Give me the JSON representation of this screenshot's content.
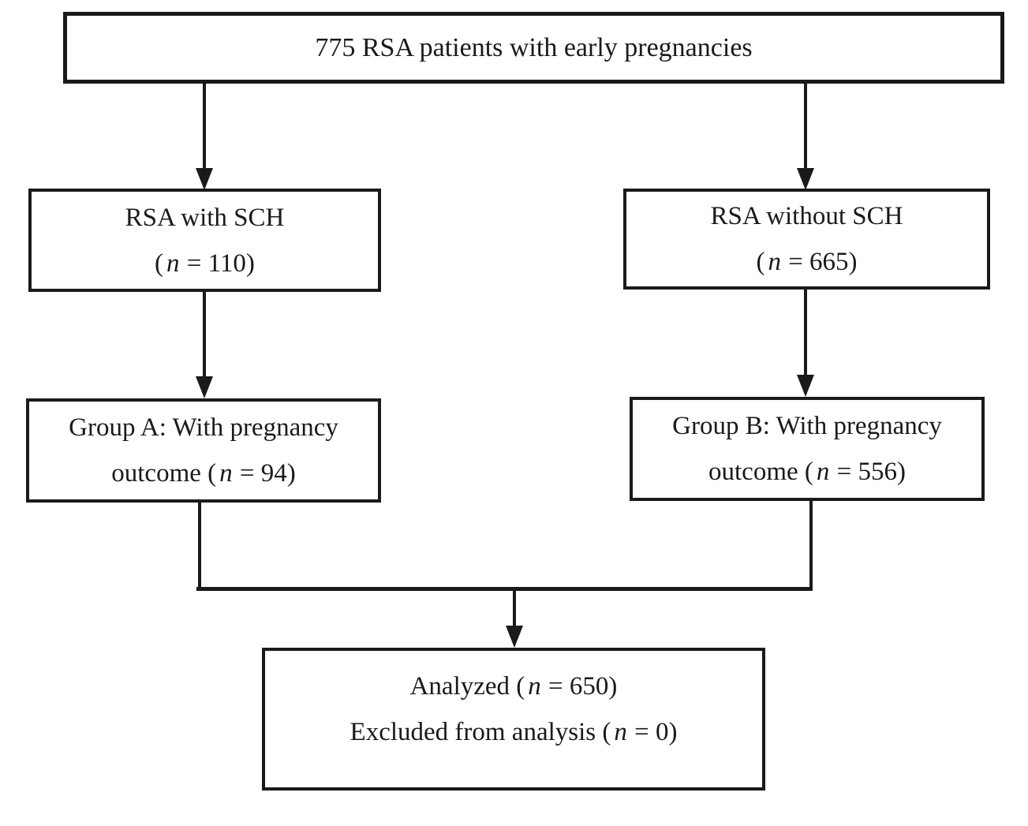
{
  "diagram": {
    "background_color": "#ffffff",
    "line_color": "#1a1a1a",
    "nodes": {
      "top": {
        "text": "775 RSA patients with early pregnancies"
      },
      "rsa_with_sch": {
        "line1": "RSA with SCH",
        "count_pre": "(",
        "count_n": "n",
        "count_post": " = 110)"
      },
      "rsa_without_sch": {
        "line1": "RSA without SCH",
        "count_pre": "(",
        "count_n": "n",
        "count_post": " = 665)"
      },
      "group_a": {
        "line1": "Group A: With pregnancy",
        "line2_pre": "outcome (",
        "line2_n": "n",
        "line2_post": " = 94)"
      },
      "group_b": {
        "line1": "Group B: With pregnancy",
        "line2_pre": "outcome (",
        "line2_n": "n",
        "line2_post": " = 556)"
      },
      "analyzed": {
        "line1_pre": "Analyzed (",
        "line1_n": "n",
        "line1_post": " = 650)",
        "line2_pre": "Excluded from analysis (",
        "line2_n": "n",
        "line2_post": " = 0)"
      }
    }
  }
}
